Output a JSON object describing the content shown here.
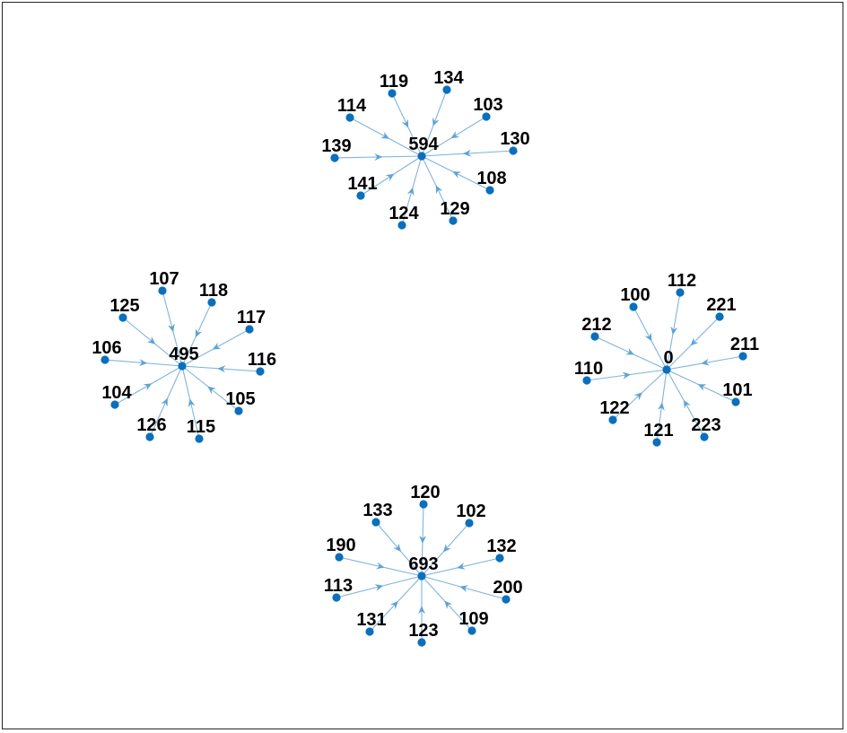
{
  "graph": {
    "colors": {
      "edge": "#7fb5dc",
      "arrow": "#5ea3d3",
      "node": "#0a6fbd",
      "label": "#000000",
      "frame": "#262626"
    },
    "clusters": [
      {
        "hub": "594",
        "leaves": [
          "119",
          "134",
          "114",
          "103",
          "139",
          "130",
          "141",
          "108",
          "124",
          "129"
        ]
      },
      {
        "hub": "495",
        "leaves": [
          "107",
          "118",
          "125",
          "117",
          "106",
          "116",
          "104",
          "105",
          "126",
          "115"
        ]
      },
      {
        "hub": "0",
        "leaves": [
          "100",
          "112",
          "221",
          "212",
          "211",
          "110",
          "101",
          "122",
          "121",
          "223"
        ]
      },
      {
        "hub": "693",
        "leaves": [
          "120",
          "133",
          "102",
          "132",
          "190",
          "113",
          "200",
          "131",
          "109",
          "123"
        ]
      }
    ]
  }
}
